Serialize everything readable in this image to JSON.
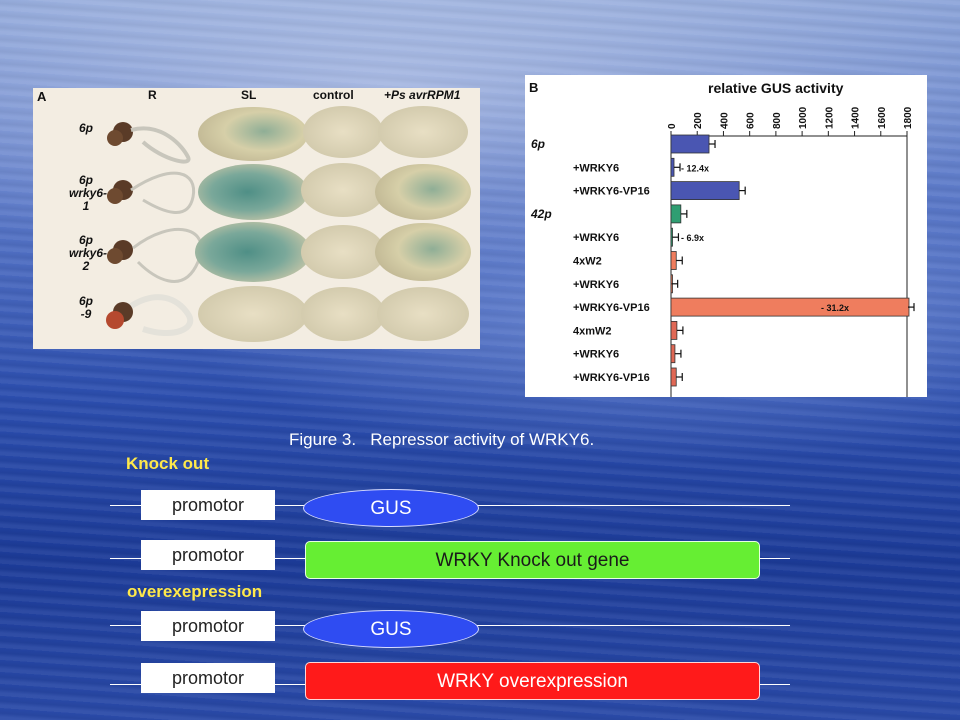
{
  "panel_a": {
    "letter": "A",
    "column_headers": [
      "R",
      "SL",
      "control",
      "+Ps avrRPM1"
    ],
    "row_labels": [
      [
        "6p"
      ],
      [
        "6p",
        "wrky6-1"
      ],
      [
        "6p",
        "wrky6-2"
      ],
      [
        "6p",
        "-9"
      ]
    ]
  },
  "panel_b": {
    "letter": "B",
    "title": "relative GUS activity",
    "chart_data": {
      "type": "bar",
      "orientation": "horizontal",
      "title": "relative GUS activity",
      "xlim": [
        0,
        1800
      ],
      "ticks": [
        "0",
        "200",
        "400",
        "600",
        "800",
        "1000",
        "1200",
        "1400",
        "1600",
        "1800"
      ],
      "categories": [
        "6p",
        "+WRKY6",
        "+WRKY6-VP16",
        "42p",
        "+WRKY6",
        "4xW2",
        "+WRKY6",
        "+WRKY6-VP16",
        "4xmW2",
        "+WRKY6",
        "+WRKY6-VP16"
      ],
      "category_styles": [
        "italic",
        "bold",
        "bold",
        "italic",
        "bold",
        "bold",
        "bold",
        "bold",
        "bold",
        "bold",
        "bold"
      ],
      "values": [
        290,
        23,
        520,
        75,
        11,
        40,
        5,
        1870,
        45,
        30,
        40
      ],
      "colors": [
        "#4a56b2",
        "#4a56b2",
        "#4a56b2",
        "#2f9e72",
        "#2f9e72",
        "#ef7d5e",
        "#ef7d5e",
        "#ef7d5e",
        "#e06855",
        "#e06855",
        "#e06855"
      ],
      "annotations": [
        "",
        "- 12.4x",
        "",
        "",
        "- 6.9x",
        "",
        "",
        "- 31.2x",
        "",
        "",
        ""
      ]
    }
  },
  "caption": {
    "label": "Figure 3.",
    "text": "Repressor activity of WRKY6."
  },
  "knockout": {
    "label": "Knock out",
    "row1": {
      "promotor": "promotor",
      "gus": "GUS"
    },
    "row2": {
      "promotor": "promotor",
      "gene": "WRKY Knock out gene",
      "gene_color": "#66ee33"
    }
  },
  "overexpression": {
    "label": "overexepression",
    "row1": {
      "promotor": "promotor",
      "gus": "GUS"
    },
    "row2": {
      "promotor": "promotor",
      "gene": "WRKY overexpression",
      "gene_color": "#ff1a1a"
    }
  }
}
